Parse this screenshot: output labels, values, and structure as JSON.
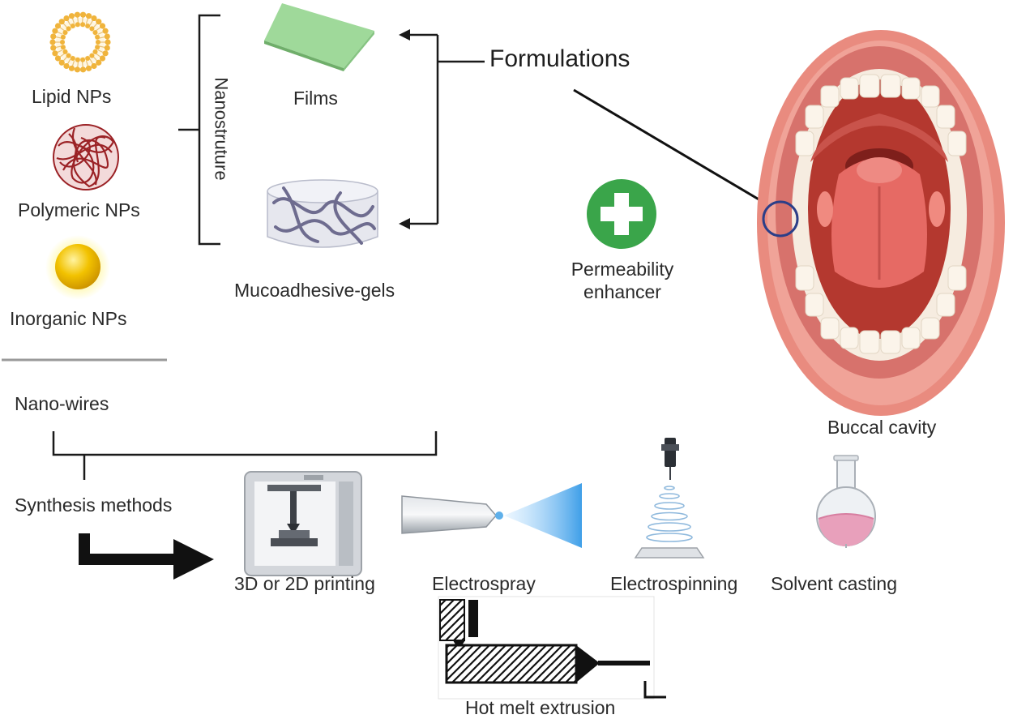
{
  "labels": {
    "lipid": "Lipid NPs",
    "polymeric": "Polymeric NPs",
    "inorganic": "Inorganic NPs",
    "nanostructure": "Nanostruture",
    "films": "Films",
    "gels": "Mucoadhesive-gels",
    "formulations": "Formulations",
    "permeability_line1": "Permeability",
    "permeability_line2": "enhancer",
    "buccal": "Buccal cavity",
    "nanowires": "Nano-wires",
    "synthesis": "Synthesis methods",
    "printing": "3D or 2D printing",
    "electrospray": "Electrospray",
    "electrospinning": "Electrospinning",
    "solvent_casting": "Solvent casting",
    "hot_melt": "Hot melt extrusion"
  },
  "colors": {
    "lipid": "#f0b43c",
    "polymer": "#a0282c",
    "gold": "#f2c200",
    "film": "#9fd99a",
    "plus_green": "#3aa54a",
    "lip": "#e98b7f",
    "mouth_inner": "#b4382f",
    "tongue": "#e66a64",
    "teeth": "#fbf4ea",
    "circle_marker": "#2c3e88",
    "spray": "#5fb0ea",
    "flask_liquid": "#e8a0bb"
  }
}
